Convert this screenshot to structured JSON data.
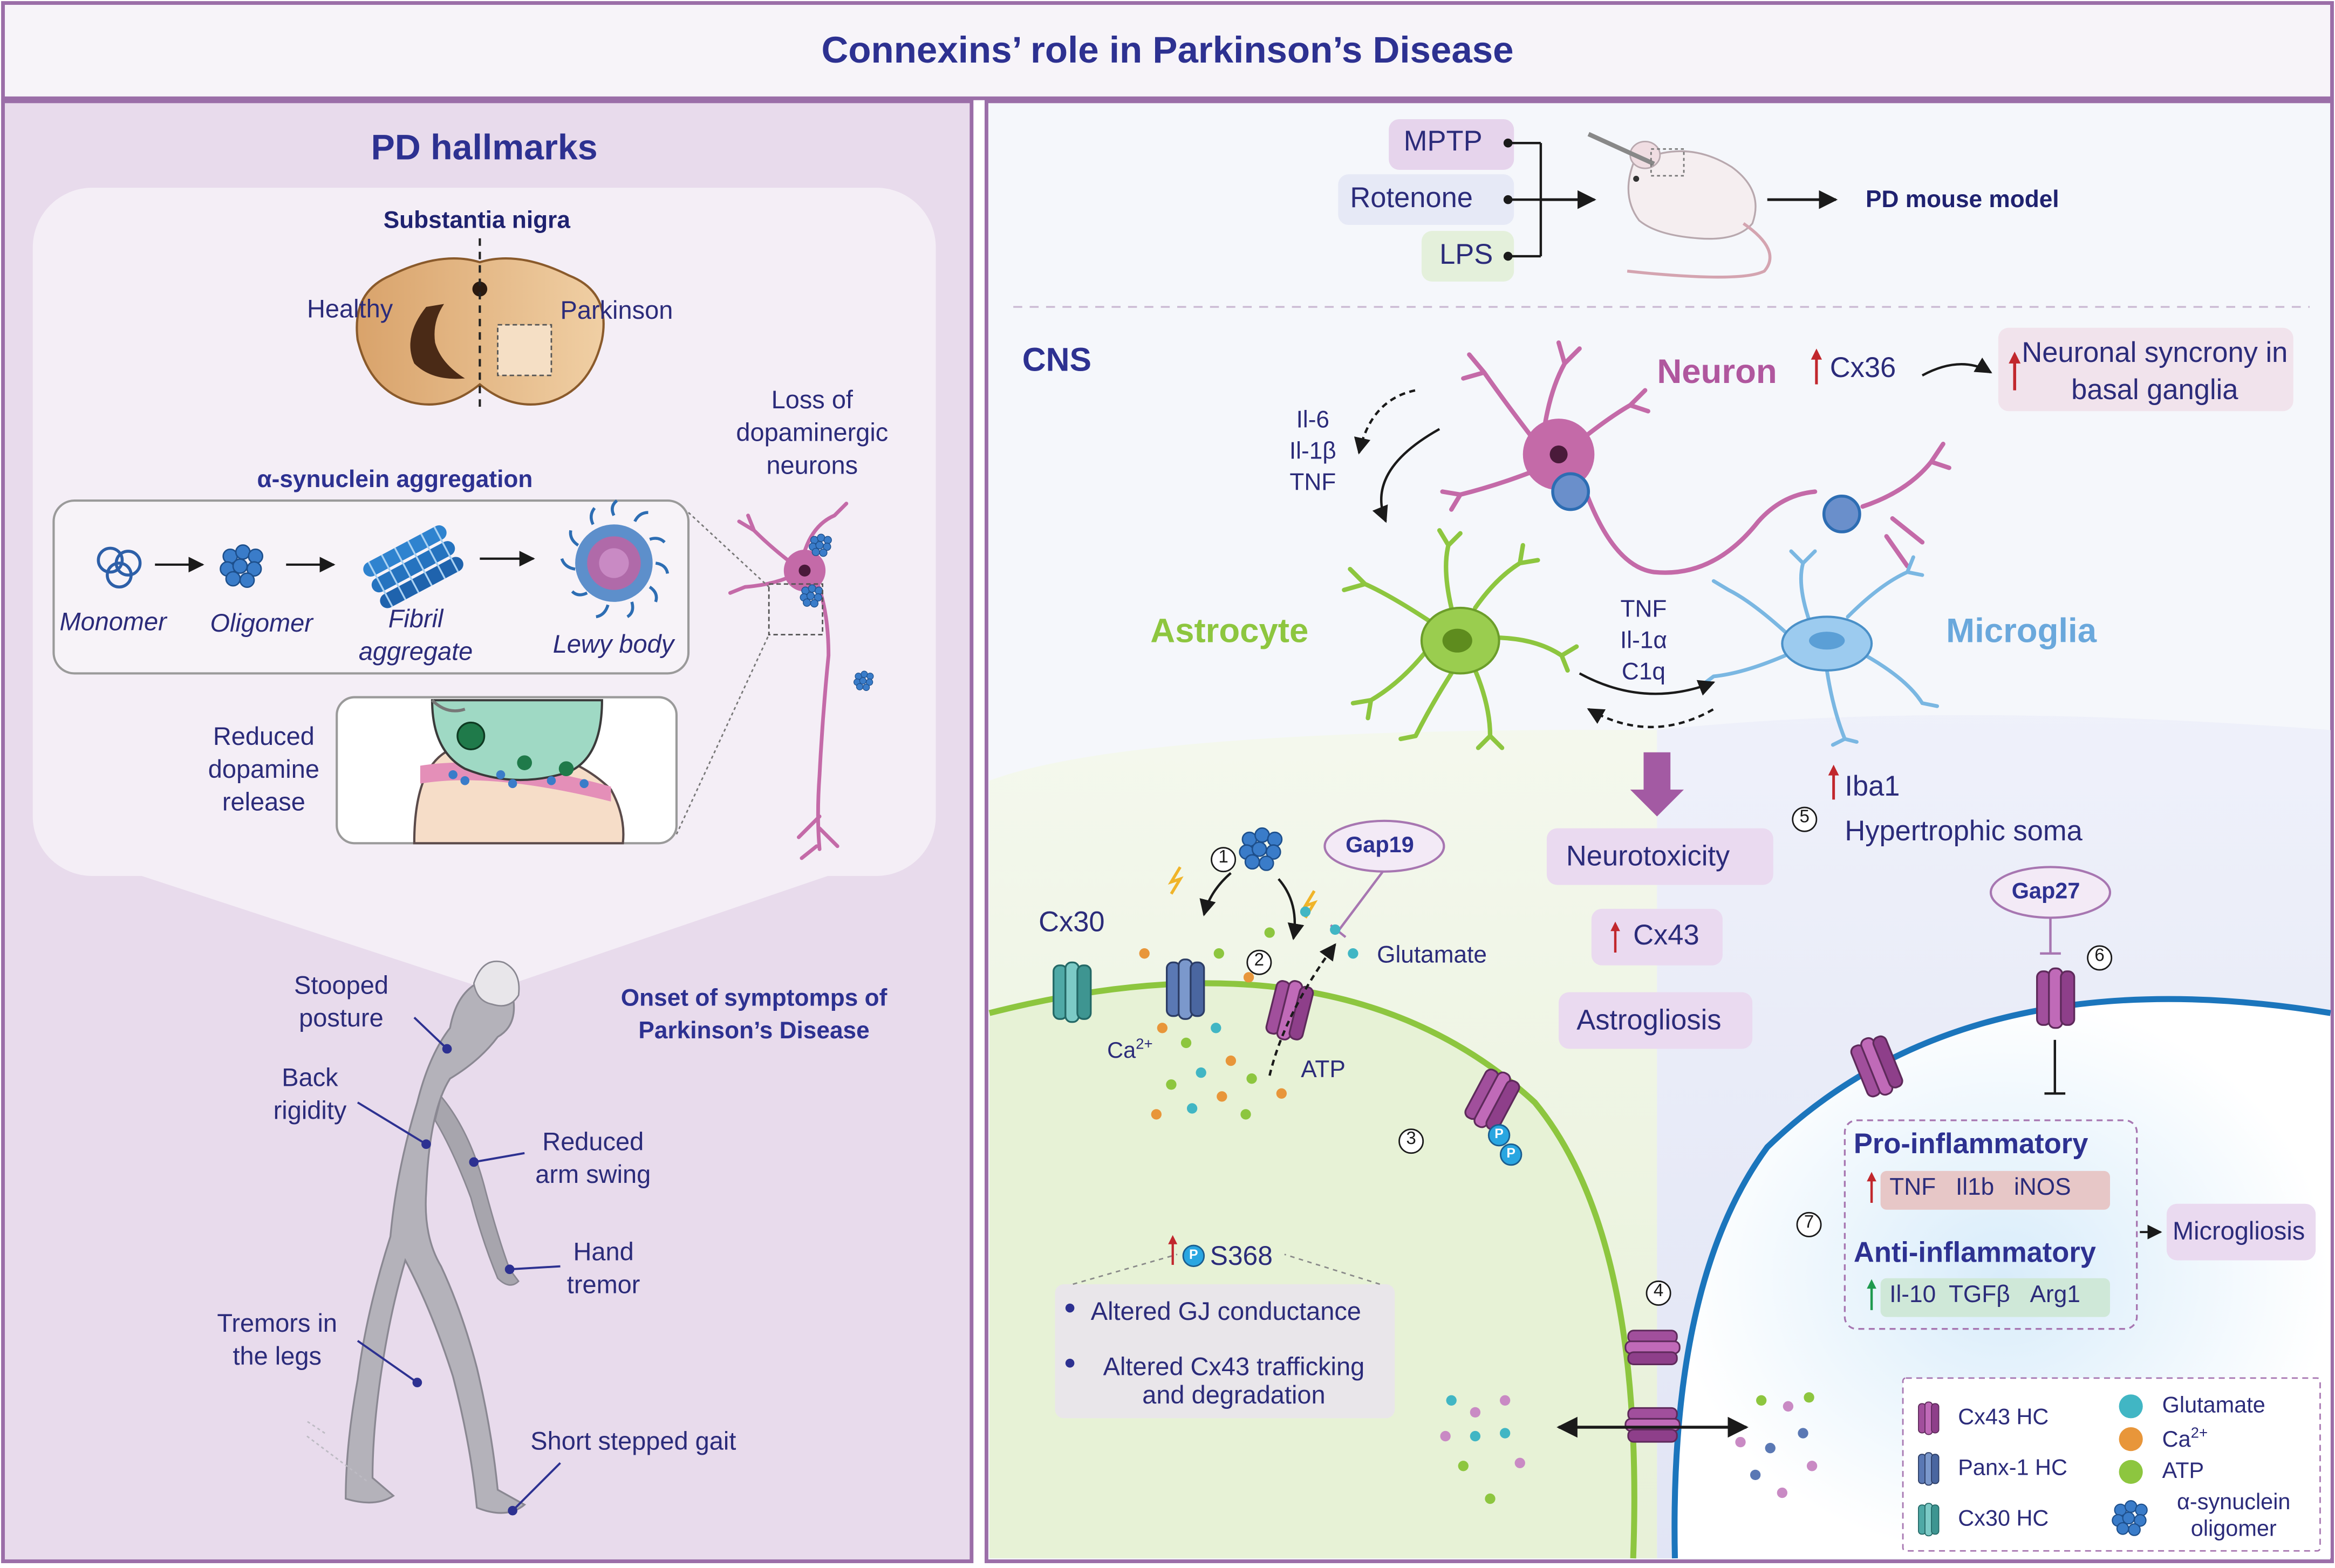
{
  "title": "Connexins’ role in Parkinson’s Disease",
  "left": {
    "title": "PD hallmarks",
    "substantia_nigra": "Substantia nigra",
    "healthy": "Healthy",
    "parkinson": "Parkinson",
    "aggregation_title": "α-synuclein aggregation",
    "stages": [
      "Monomer",
      "Oligomer",
      "Fibril aggregate",
      "Lewy body"
    ],
    "reduced_dopamine": "Reduced dopamine release",
    "loss_neurons": "Loss of dopaminergic neurons",
    "onset": "Onset of symptomps of Parkinson’s Disease",
    "symptoms": [
      "Stooped posture",
      "Back rigidity",
      "Reduced arm swing",
      "Hand tremor",
      "Tremors in the legs",
      "Short stepped gait"
    ]
  },
  "right": {
    "toxins": [
      "MPTP",
      "Rotenone",
      "LPS"
    ],
    "model": "PD mouse model",
    "cns": "CNS",
    "neuron": "Neuron",
    "cx36": "Cx36",
    "syncrony": "Neuronal syncrony in basal ganglia",
    "cytokines_neuron": "Il-6\nIl-1β\nTNF",
    "astrocyte": "Astrocyte",
    "microglia": "Microglia",
    "cytokines_glia": "TNF\nIl-1α\nC1q",
    "iba1": "Iba1",
    "hypertrophic": "Hypertrophic soma",
    "neurotoxicity": "Neurotoxicity",
    "cx43": "Cx43",
    "astrogliosis": "Astrogliosis",
    "gap19": "Gap19",
    "gap27": "Gap27",
    "cx30": "Cx30",
    "glutamate": "Glutamate",
    "ca": "Ca",
    "ca_charge": "2+",
    "atp": "ATP",
    "phospho": "P",
    "s368": "S368",
    "altered": [
      "Altered GJ conductance",
      "Altered Cx43 trafficking and degradation"
    ],
    "pro_title": "Pro-inflammatory",
    "pro_items": "TNF   Il1b   iNOS",
    "anti_title": "Anti-inflammatory",
    "anti_items": "Il-10  TGFβ   Arg1",
    "microgliosis": "Microgliosis",
    "steps": [
      "1",
      "2",
      "3",
      "4",
      "5",
      "6",
      "7"
    ]
  },
  "legend": {
    "cx43": "Cx43 HC",
    "panx1": "Panx-1 HC",
    "cx30": "Cx30 HC",
    "glutamate": "Glutamate",
    "ca": "Ca",
    "ca_charge": "2+",
    "atp": "ATP",
    "oligomer": "α-synuclein oligomer"
  },
  "colors": {
    "title_text": "#2d3191",
    "frame": "#9b6ea8",
    "left_panel": "#e8dbec",
    "neuron": "#c46aa8",
    "astrocyte": "#8dc63f",
    "microglia": "#6aa8dc",
    "upregulation": "#c1272d",
    "anti_up": "#1f9a4f"
  },
  "icons": [
    "cx43-hemichannel",
    "panx1-hemichannel",
    "cx30-hemichannel",
    "synuclein-oligomer",
    "lewy-body",
    "mouse",
    "syringe",
    "phospho-badge"
  ]
}
